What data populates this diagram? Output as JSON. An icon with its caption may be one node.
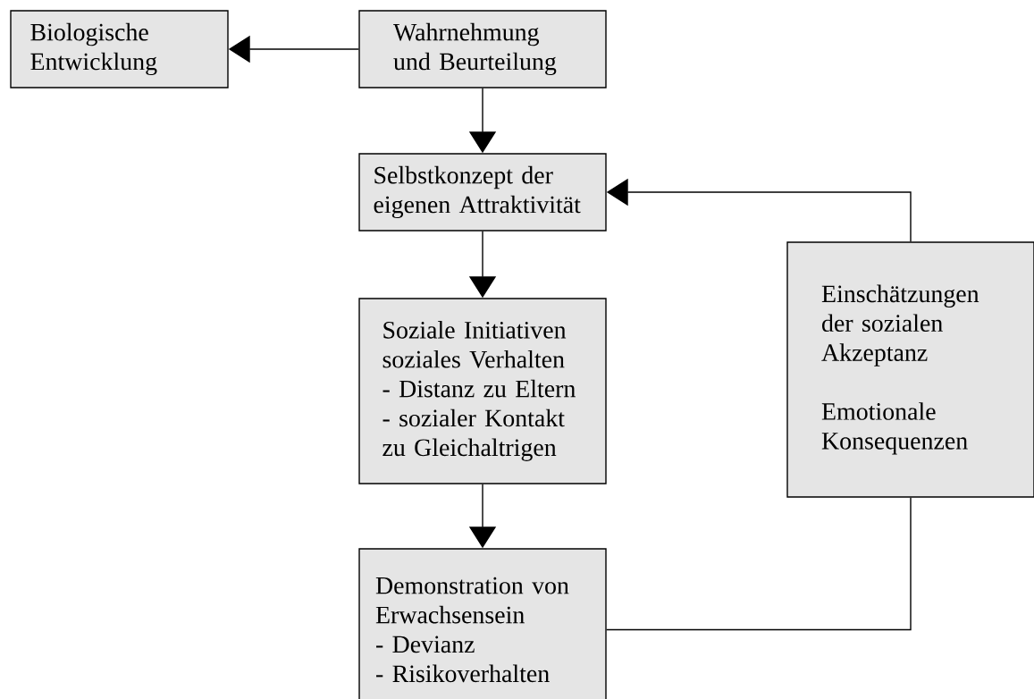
{
  "diagram": {
    "nodes": [
      {
        "text": [
          "Biologische Entwicklung"
        ]
      },
      {
        "text": [
          "Wahrnehmung und Beurteilung"
        ]
      },
      {
        "text": [
          "Selbstkonzept der eigenen Attraktivität"
        ]
      },
      {
        "text": [
          "Soziale Initiativen",
          "soziales Verhalten",
          "- Distanz zu Eltern",
          "- sozialer Kontakt zu Gleichaltrigen"
        ]
      },
      {
        "text": [
          "Demonstration von Erwachsensein",
          "- Devianz",
          "- Risikoverhalten"
        ]
      },
      {
        "text": [
          "Einschätzungen der sozialen Akzeptanz",
          "Emotionale Konsequenzen"
        ]
      }
    ],
    "edges": [
      {
        "from": 1,
        "to": 0,
        "arrow": "to"
      },
      {
        "from": 1,
        "to": 2,
        "arrow": "to"
      },
      {
        "from": 2,
        "to": 3,
        "arrow": "to"
      },
      {
        "from": 3,
        "to": 4,
        "arrow": "to"
      },
      {
        "from": 4,
        "to": 5,
        "arrow": "none"
      },
      {
        "from": 5,
        "to": 2,
        "arrow": "to"
      }
    ]
  }
}
